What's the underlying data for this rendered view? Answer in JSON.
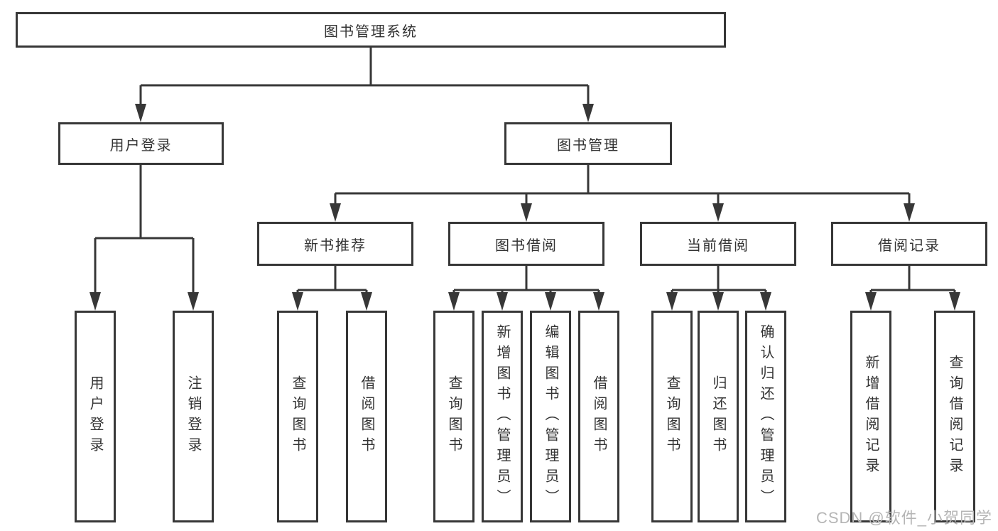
{
  "diagram_title": "图书管理系统",
  "tree": {
    "label": "图书管理系统",
    "children": [
      {
        "label": "用户登录",
        "children": [
          {
            "label": "用户登录"
          },
          {
            "label": "注销登录"
          }
        ]
      },
      {
        "label": "图书管理",
        "children": [
          {
            "label": "新书推荐",
            "children": [
              {
                "label": "查询图书"
              },
              {
                "label": "借阅图书"
              }
            ]
          },
          {
            "label": "图书借阅",
            "children": [
              {
                "label": "查询图书"
              },
              {
                "label": "新增图书（管理员）"
              },
              {
                "label": "编辑图书（管理员）"
              },
              {
                "label": "借阅图书"
              }
            ]
          },
          {
            "label": "当前借阅",
            "children": [
              {
                "label": "查询图书"
              },
              {
                "label": "归还图书"
              },
              {
                "label": "确认归还（管理员）"
              }
            ]
          },
          {
            "label": "借阅记录",
            "children": [
              {
                "label": "新增借阅记录"
              },
              {
                "label": "查询借阅记录"
              }
            ]
          }
        ]
      }
    ]
  },
  "watermark": {
    "text": "CSDN @软件_小贺同学"
  },
  "colors": {
    "line": "#373737",
    "box_background": "#ffffff",
    "text": "#333333",
    "watermark": "#b5b5b5"
  }
}
